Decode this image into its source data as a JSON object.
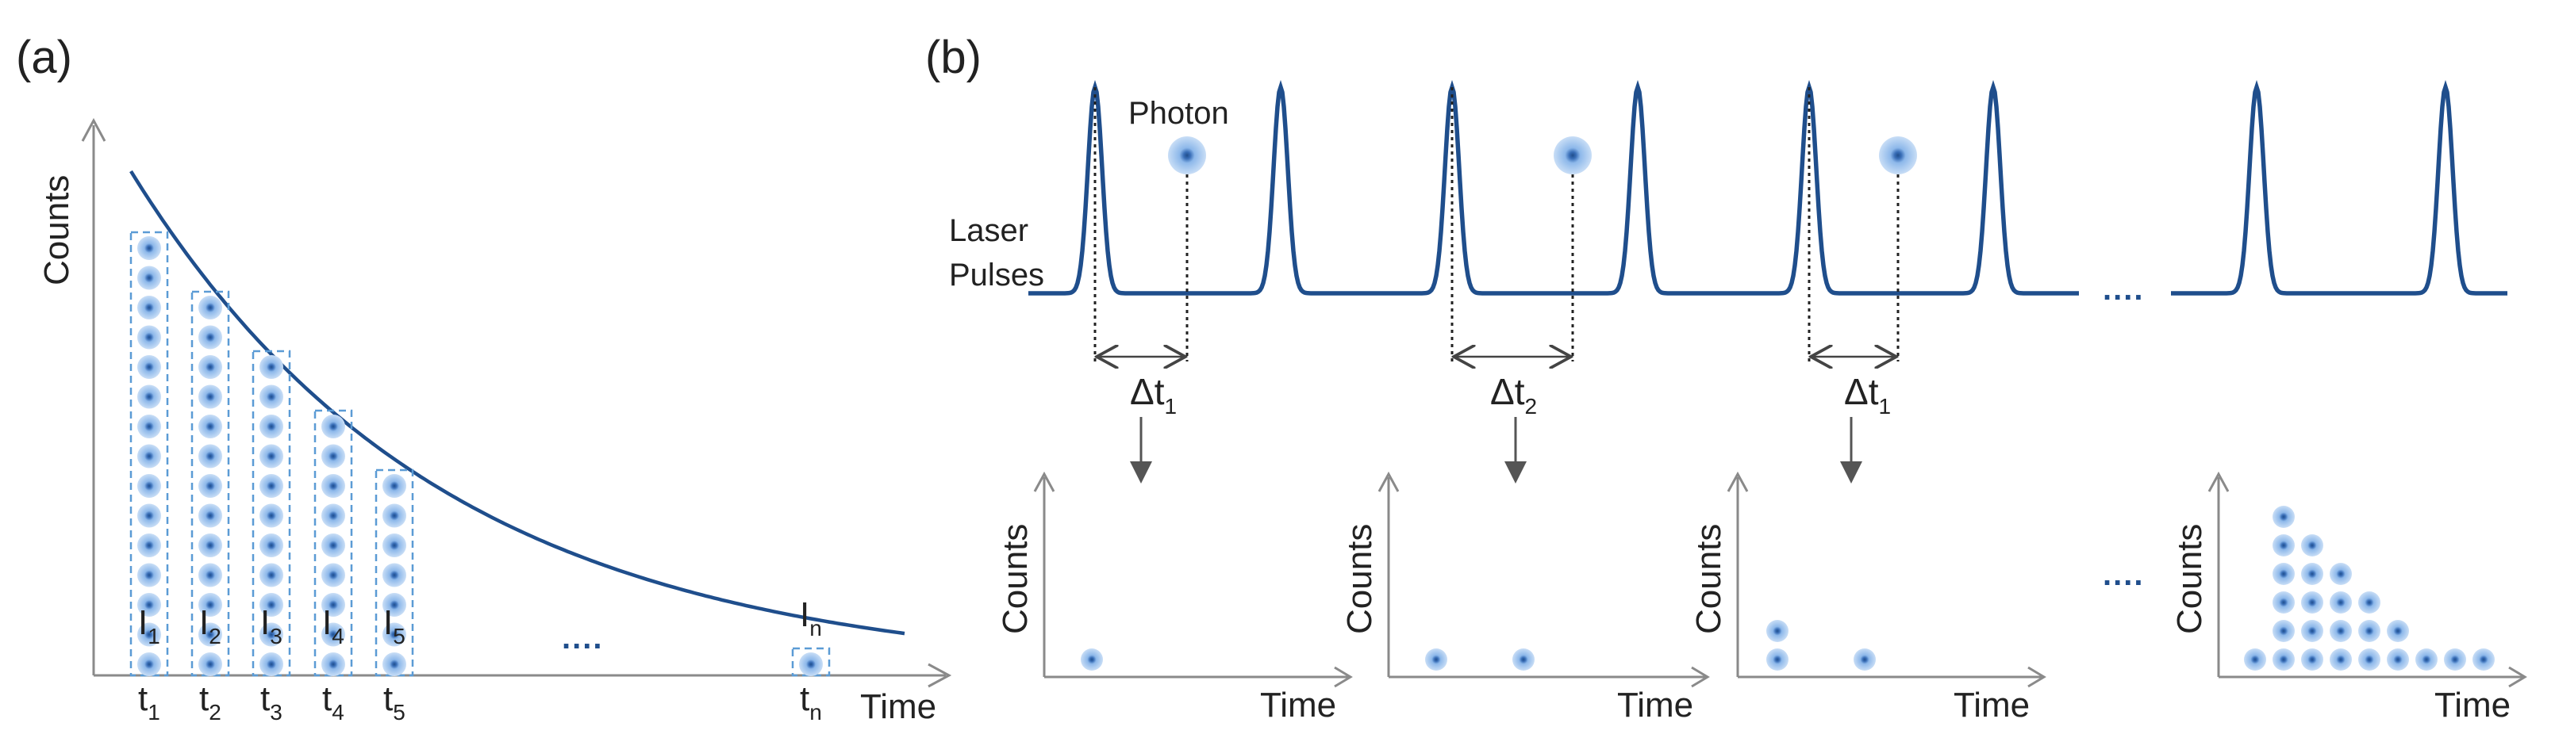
{
  "colors": {
    "curve": "#1f4e8c",
    "axis": "#8a8a8a",
    "guide": "#222222",
    "photon_core": "#1f4e8c",
    "photon_glow": "#9dc3ee",
    "bin_border": "#5b9bd5",
    "arrow": "#555555",
    "dots": "#1f4e8c"
  },
  "panel_a": {
    "label": "(a)",
    "ylabel": "Counts",
    "xlabel": "Time",
    "ellipsis": "....",
    "bins": [
      {
        "i": "I",
        "i_sub": "1",
        "t": "t",
        "t_sub": "1",
        "dots": 15
      },
      {
        "i": "I",
        "i_sub": "2",
        "t": "t",
        "t_sub": "2",
        "dots": 13
      },
      {
        "i": "I",
        "i_sub": "3",
        "t": "t",
        "t_sub": "3",
        "dots": 11
      },
      {
        "i": "I",
        "i_sub": "4",
        "t": "t",
        "t_sub": "4",
        "dots": 9
      },
      {
        "i": "I",
        "i_sub": "5",
        "t": "t",
        "t_sub": "5",
        "dots": 7
      },
      {
        "i": "I",
        "i_sub": "n",
        "t": "t",
        "t_sub": "n",
        "dots": 1
      }
    ]
  },
  "panel_b": {
    "label": "(b)",
    "photon_label": "Photon",
    "laser_label_1": "Laser",
    "laser_label_2": "Pulses",
    "ellipsis": "....",
    "delays": [
      {
        "text": "Δt",
        "sub": "1"
      },
      {
        "text": "Δt",
        "sub": "2"
      },
      {
        "text": "Δt",
        "sub": "1"
      }
    ],
    "histograms": [
      {
        "ylabel": "Counts",
        "xlabel": "Time",
        "columns": [
          1
        ]
      },
      {
        "ylabel": "Counts",
        "xlabel": "Time",
        "columns": [
          1,
          0,
          1
        ]
      },
      {
        "ylabel": "Counts",
        "xlabel": "Time",
        "columns": [
          2,
          0,
          1
        ]
      },
      {
        "ylabel": "Counts",
        "xlabel": "Time",
        "columns": [
          1,
          6,
          5,
          4,
          3,
          2,
          1,
          1,
          1
        ]
      }
    ]
  }
}
